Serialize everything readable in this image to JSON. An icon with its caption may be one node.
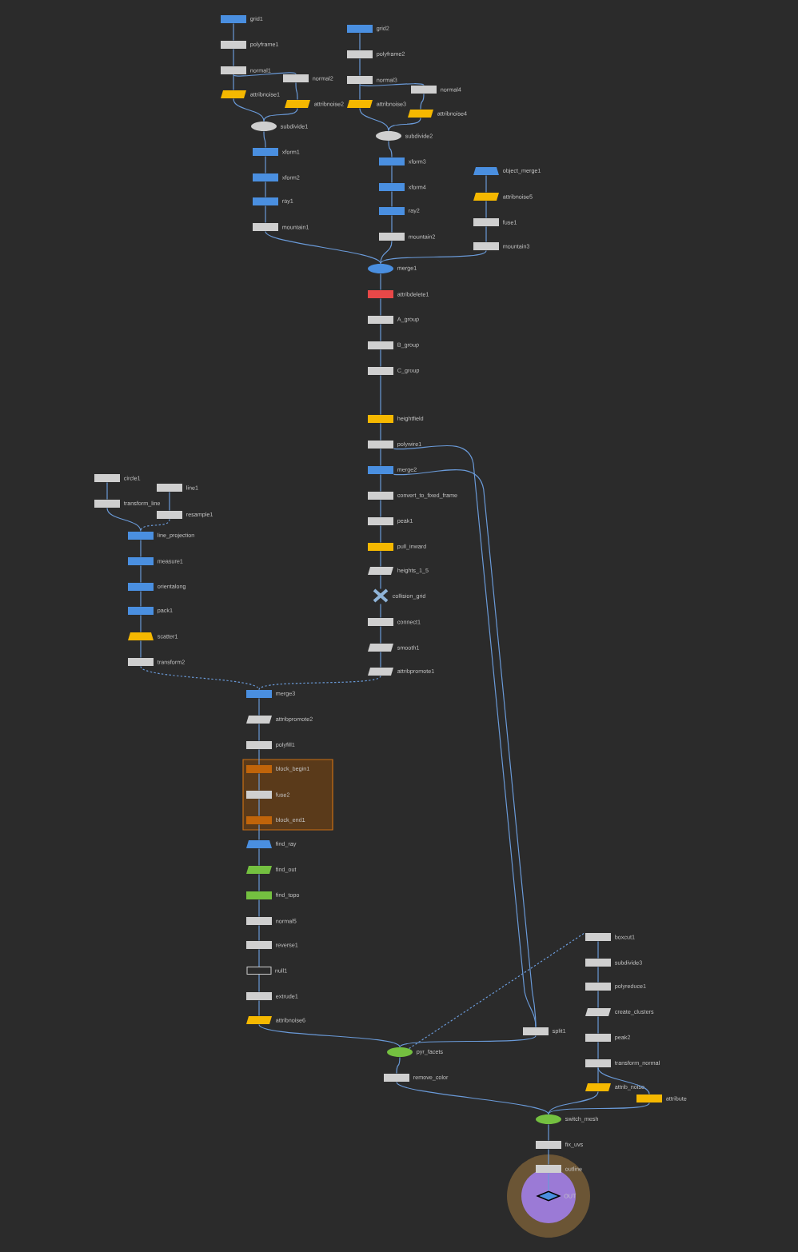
{
  "diagram": {
    "nodes": [
      {
        "text": [
          "grid1"
        ]
      },
      {
        "text": [
          "polyframe1"
        ]
      },
      {
        "text": [
          "normal1"
        ]
      },
      {
        "text": [
          "attribnoise1"
        ]
      },
      {
        "text": [
          "normal2"
        ]
      },
      {
        "text": [
          "attribnoise2"
        ]
      },
      {
        "text": [
          "grid2"
        ]
      },
      {
        "text": [
          "polyframe2"
        ]
      },
      {
        "text": [
          "normal3"
        ]
      },
      {
        "text": [
          "attribnoise3"
        ]
      },
      {
        "text": [
          "normal4"
        ]
      },
      {
        "text": [
          "attribnoise4"
        ]
      },
      {
        "text": [
          "subdivide1"
        ]
      },
      {
        "text": [
          "subdivide2"
        ]
      },
      {
        "text": [
          "xform1"
        ]
      },
      {
        "text": [
          "xform2"
        ]
      },
      {
        "text": [
          "ray1"
        ]
      },
      {
        "text": [
          "mountain1"
        ]
      },
      {
        "text": [
          "xform3"
        ]
      },
      {
        "text": [
          "xform4"
        ]
      },
      {
        "text": [
          "ray2"
        ]
      },
      {
        "text": [
          "mountain2"
        ]
      },
      {
        "text": [
          "object_merge1"
        ]
      },
      {
        "text": [
          "attribnoise5"
        ]
      },
      {
        "text": [
          "fuse1"
        ]
      },
      {
        "text": [
          "mountain3"
        ]
      },
      {
        "text": [
          "merge1"
        ]
      },
      {
        "text": [
          "attribdelete1"
        ]
      },
      {
        "text": [
          "A_group"
        ]
      },
      {
        "text": [
          "B_group"
        ]
      },
      {
        "text": [
          "C_group"
        ]
      },
      {
        "text": [
          "heightfield"
        ]
      },
      {
        "text": [
          "polywire1"
        ]
      },
      {
        "text": [
          "merge2"
        ]
      },
      {
        "text": [
          "convert_to_fixed_frame"
        ]
      },
      {
        "text": [
          "peak1"
        ]
      },
      {
        "text": [
          "pull_inward"
        ]
      },
      {
        "text": [
          "heights_1_5"
        ]
      },
      {
        "text": [
          "collision_grid"
        ]
      },
      {
        "text": [
          "connect1"
        ]
      },
      {
        "text": [
          "smooth1"
        ]
      },
      {
        "text": [
          "attribpromote1"
        ]
      },
      {
        "text": [
          "circle1"
        ]
      },
      {
        "text": [
          "transform_line"
        ]
      },
      {
        "text": [
          "line1"
        ]
      },
      {
        "text": [
          "resample1"
        ]
      },
      {
        "text": [
          "line_projection"
        ]
      },
      {
        "text": [
          "measure1"
        ]
      },
      {
        "text": [
          "orientalong"
        ]
      },
      {
        "text": [
          "pack1"
        ]
      },
      {
        "text": [
          "scatter1"
        ]
      },
      {
        "text": [
          "transform2"
        ]
      },
      {
        "text": [
          "merge3"
        ]
      },
      {
        "text": [
          "attribpromote2"
        ]
      },
      {
        "text": [
          "polyfill1"
        ]
      },
      {
        "text": [],
        "shape": "box"
      },
      {
        "text": [
          "block_begin1"
        ],
        "in": 55
      },
      {
        "text": [
          "fuse2"
        ],
        "in": 55
      },
      {
        "text": [
          "block_end1"
        ],
        "in": 55
      },
      {
        "text": [
          "find_ray"
        ]
      },
      {
        "text": [
          "find_out"
        ]
      },
      {
        "text": [
          "find_topo"
        ]
      },
      {
        "text": [
          "normal5"
        ]
      },
      {
        "text": [
          "reverse1"
        ]
      },
      {
        "text": [
          "null1"
        ]
      },
      {
        "text": [
          "extrude1"
        ]
      },
      {
        "text": [
          "attribnoise6"
        ]
      },
      {
        "text": [
          "split1"
        ]
      },
      {
        "text": [
          "boxcut1"
        ]
      },
      {
        "text": [
          "subdivide3"
        ]
      },
      {
        "text": [
          "polyreduce1"
        ]
      },
      {
        "text": [
          "create_clusters"
        ]
      },
      {
        "text": [
          "peak2"
        ]
      },
      {
        "text": [
          "transform_normal"
        ]
      },
      {
        "text": [
          "attrib_noise"
        ]
      },
      {
        "text": [
          "pyr_facets"
        ]
      },
      {
        "text": [
          "remove_color"
        ]
      },
      {
        "text": [
          "attribute"
        ]
      },
      {
        "text": [
          "switch_mesh"
        ]
      },
      {
        "text": [
          "fix_uvs"
        ]
      },
      {
        "text": [
          "outline"
        ]
      },
      {
        "text": [
          "OUT"
        ]
      }
    ],
    "edges": [
      {
        "from": 0,
        "to": 1,
        "arrow": "none"
      },
      {
        "from": 1,
        "to": 2,
        "arrow": "none"
      },
      {
        "from": 2,
        "to": 3,
        "arrow": "none"
      },
      {
        "from": 2,
        "to": 4,
        "arrow": "none"
      },
      {
        "from": 4,
        "to": 5,
        "arrow": "none"
      },
      {
        "from": 3,
        "to": 12,
        "arrow": "none"
      },
      {
        "from": 5,
        "to": 12,
        "arrow": "none"
      },
      {
        "from": 6,
        "to": 7,
        "arrow": "none"
      },
      {
        "from": 7,
        "to": 8,
        "arrow": "none"
      },
      {
        "from": 8,
        "to": 9,
        "arrow": "none"
      },
      {
        "from": 8,
        "to": 10,
        "arrow": "none"
      },
      {
        "from": 10,
        "to": 11,
        "arrow": "none"
      },
      {
        "from": 9,
        "to": 13,
        "arrow": "none"
      },
      {
        "from": 11,
        "to": 13,
        "arrow": "none"
      },
      {
        "from": 12,
        "to": 14,
        "arrow": "none"
      },
      {
        "from": 14,
        "to": 15,
        "arrow": "none"
      },
      {
        "from": 15,
        "to": 16,
        "arrow": "none"
      },
      {
        "from": 16,
        "to": 17,
        "arrow": "none"
      },
      {
        "from": 13,
        "to": 18,
        "arrow": "none"
      },
      {
        "from": 18,
        "to": 19,
        "arrow": "none"
      },
      {
        "from": 19,
        "to": 20,
        "arrow": "none"
      },
      {
        "from": 20,
        "to": 21,
        "arrow": "none"
      },
      {
        "from": 22,
        "to": 23,
        "arrow": "none"
      },
      {
        "from": 23,
        "to": 24,
        "arrow": "none"
      },
      {
        "from": 24,
        "to": 25,
        "arrow": "none"
      },
      {
        "from": 17,
        "to": 26,
        "arrow": "none"
      },
      {
        "from": 21,
        "to": 26,
        "arrow": "none"
      },
      {
        "from": 25,
        "to": 26,
        "arrow": "none"
      },
      {
        "from": 26,
        "to": 27,
        "arrow": "none"
      },
      {
        "from": 27,
        "to": 28,
        "arrow": "none"
      },
      {
        "from": 28,
        "to": 29,
        "arrow": "none"
      },
      {
        "from": 29,
        "to": 30,
        "arrow": "none"
      },
      {
        "from": 30,
        "to": 31,
        "arrow": "none"
      },
      {
        "from": 31,
        "to": 32,
        "arrow": "none"
      },
      {
        "from": 32,
        "to": 33,
        "arrow": "none"
      },
      {
        "from": 33,
        "to": 34,
        "arrow": "none"
      },
      {
        "from": 34,
        "to": 35,
        "arrow": "none"
      },
      {
        "from": 35,
        "to": 36,
        "arrow": "none"
      },
      {
        "from": 36,
        "to": 37,
        "arrow": "none"
      },
      {
        "from": 37,
        "to": 38,
        "arrow": "none"
      },
      {
        "from": 38,
        "to": 39,
        "arrow": "none"
      },
      {
        "from": 39,
        "to": 40,
        "arrow": "none"
      },
      {
        "from": 40,
        "to": 41,
        "arrow": "none"
      },
      {
        "from": 42,
        "to": 43,
        "arrow": "none"
      },
      {
        "from": 44,
        "to": 45,
        "arrow": "none"
      },
      {
        "from": 43,
        "to": 46,
        "arrow": "none"
      },
      {
        "from": 45,
        "to": 46,
        "arrow": "none",
        "style": "dashed"
      },
      {
        "from": 46,
        "to": 47,
        "arrow": "none"
      },
      {
        "from": 47,
        "to": 48,
        "arrow": "none"
      },
      {
        "from": 48,
        "to": 49,
        "arrow": "none"
      },
      {
        "from": 49,
        "to": 50,
        "arrow": "none"
      },
      {
        "from": 50,
        "to": 51,
        "arrow": "none"
      },
      {
        "from": 51,
        "to": 52,
        "arrow": "none",
        "style": "dashed"
      },
      {
        "from": 41,
        "to": 52,
        "arrow": "none",
        "style": "dashed"
      },
      {
        "from": 52,
        "to": 53,
        "arrow": "none"
      },
      {
        "from": 53,
        "to": 54,
        "arrow": "none"
      },
      {
        "from": 54,
        "to": 56,
        "arrow": "none"
      },
      {
        "from": 56,
        "to": 57,
        "arrow": "none"
      },
      {
        "from": 57,
        "to": 58,
        "arrow": "none"
      },
      {
        "from": 58,
        "to": 59,
        "arrow": "none"
      },
      {
        "from": 59,
        "to": 60,
        "arrow": "none"
      },
      {
        "from": 60,
        "to": 61,
        "arrow": "none"
      },
      {
        "from": 61,
        "to": 62,
        "arrow": "none"
      },
      {
        "from": 62,
        "to": 63,
        "arrow": "none"
      },
      {
        "from": 63,
        "to": 64,
        "arrow": "none"
      },
      {
        "from": 64,
        "to": 65,
        "arrow": "none"
      },
      {
        "from": 65,
        "to": 66,
        "arrow": "none"
      },
      {
        "from": 66,
        "to": 75,
        "arrow": "none"
      },
      {
        "from": 32,
        "to": 67,
        "arrow": "none"
      },
      {
        "from": 33,
        "to": 67,
        "arrow": "none"
      },
      {
        "from": 67,
        "to": 75,
        "arrow": "none"
      },
      {
        "from": 75,
        "to": 76,
        "arrow": "none"
      },
      {
        "from": 75,
        "to": 68,
        "arrow": "none",
        "style": "dashed"
      },
      {
        "from": 68,
        "to": 69,
        "arrow": "none"
      },
      {
        "from": 69,
        "to": 70,
        "arrow": "none"
      },
      {
        "from": 70,
        "to": 71,
        "arrow": "none"
      },
      {
        "from": 71,
        "to": 72,
        "arrow": "none"
      },
      {
        "from": 72,
        "to": 73,
        "arrow": "none"
      },
      {
        "from": 73,
        "to": 74,
        "arrow": "none"
      },
      {
        "from": 73,
        "to": 77,
        "arrow": "none"
      },
      {
        "from": 74,
        "to": 78,
        "arrow": "none"
      },
      {
        "from": 77,
        "to": 78,
        "arrow": "none"
      },
      {
        "from": 76,
        "to": 78,
        "arrow": "none"
      },
      {
        "from": 78,
        "to": 79,
        "arrow": "none"
      },
      {
        "from": 79,
        "to": 80,
        "arrow": "none"
      },
      {
        "from": 80,
        "to": 81,
        "arrow": "none"
      }
    ]
  }
}
